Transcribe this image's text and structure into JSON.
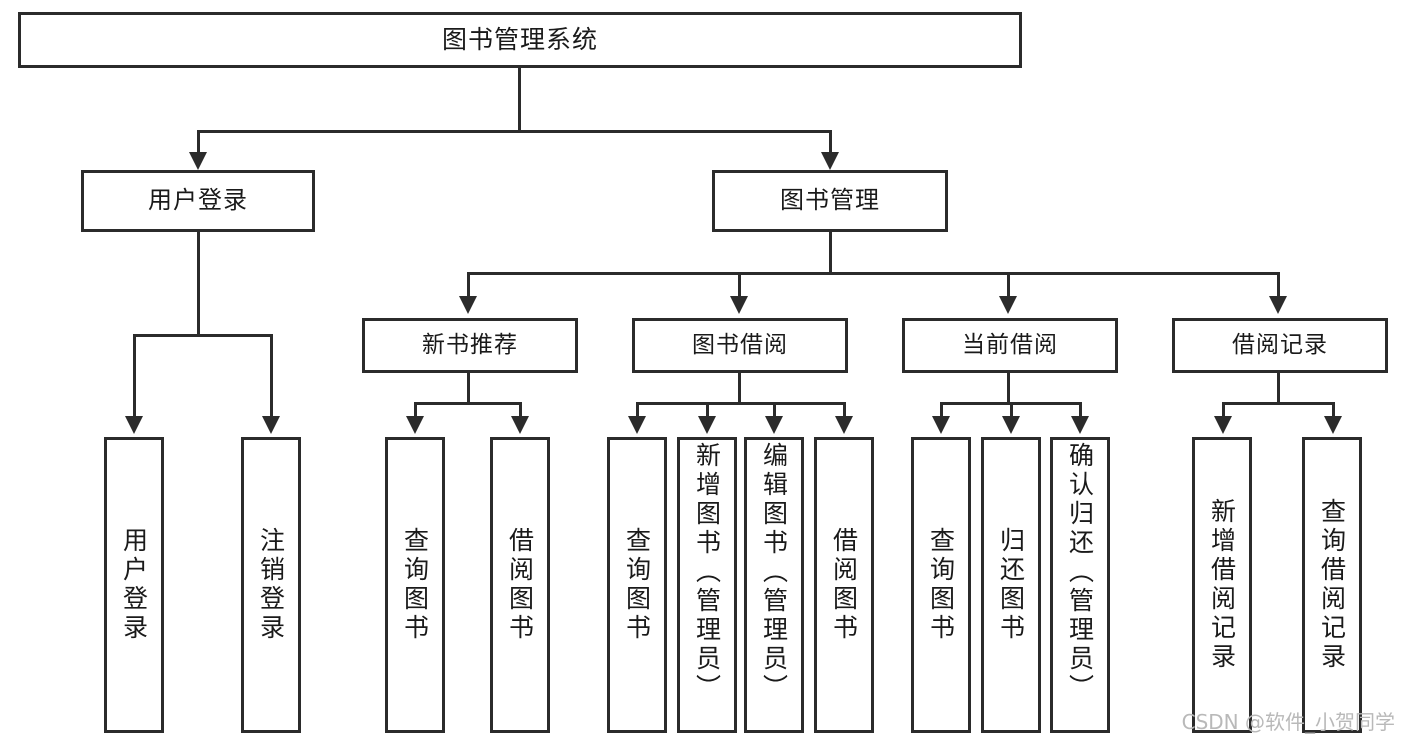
{
  "diagram": {
    "title": "图书管理系统",
    "type": "hierarchy-tree",
    "root": {
      "label": "图书管理系统"
    },
    "level2": [
      {
        "label": "用户登录"
      },
      {
        "label": "图书管理"
      }
    ],
    "level3": [
      {
        "label": "新书推荐"
      },
      {
        "label": "图书借阅"
      },
      {
        "label": "当前借阅"
      },
      {
        "label": "借阅记录"
      }
    ],
    "leaves": {
      "user_login": [
        {
          "label": "用户登录"
        },
        {
          "label": "注销登录"
        }
      ],
      "new_book_recommend": [
        {
          "label": "查询图书"
        },
        {
          "label": "借阅图书"
        }
      ],
      "book_borrow": [
        {
          "label": "查询图书"
        },
        {
          "label": "新增图书（管理员）"
        },
        {
          "label": "编辑图书（管理员）"
        },
        {
          "label": "借阅图书"
        }
      ],
      "current_borrow": [
        {
          "label": "查询图书"
        },
        {
          "label": "归还图书"
        },
        {
          "label": "确认归还（管理员）"
        }
      ],
      "borrow_record": [
        {
          "label": "新增借阅记录"
        },
        {
          "label": "查询借阅记录"
        }
      ]
    }
  },
  "watermark": {
    "text": "CSDN @软件_小贺同学"
  },
  "colors": {
    "stroke": "#2b2b2b",
    "background": "#ffffff",
    "text": "#1a1a1a",
    "watermark": "#b9b9b9"
  }
}
